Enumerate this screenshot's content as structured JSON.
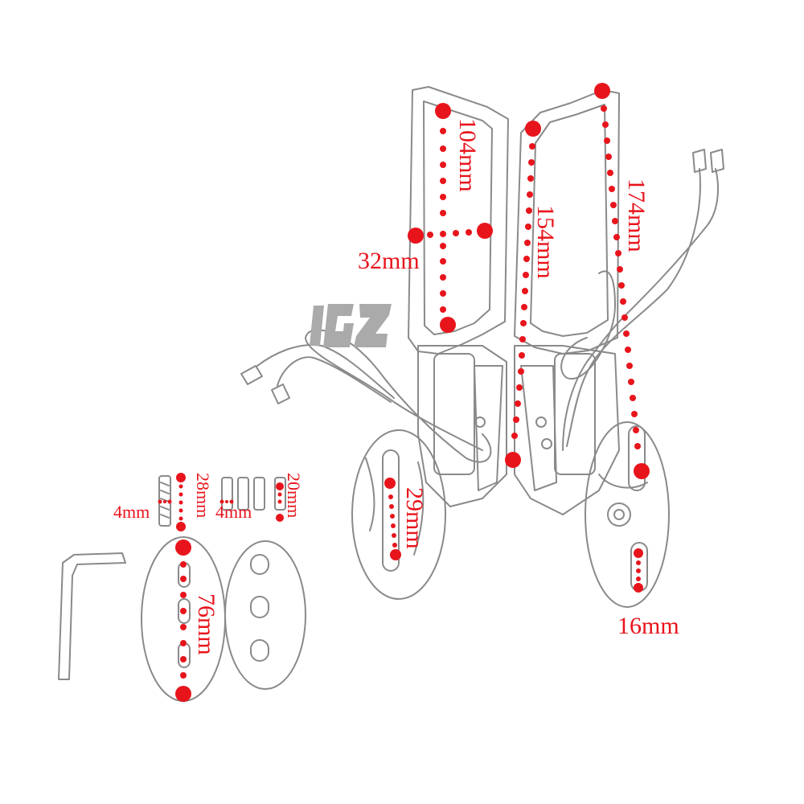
{
  "product": {
    "brand_logo": "IGZ",
    "colors": {
      "annotation": "#e8141c",
      "outline": "#8a8a8a",
      "background": "#ffffff"
    }
  },
  "dimensions": {
    "mount_height": "104mm",
    "mount_width": "32mm",
    "inner_length": "154mm",
    "outer_length": "174mm",
    "base_slot": "29mm",
    "side_slot": "16mm",
    "plate_length": "76mm",
    "long_bolt_length": "28mm",
    "long_bolt_diameter": "4mm",
    "short_bolt_diameter": "4mm",
    "short_bolt_length": "20mm"
  },
  "accessories": {
    "items": [
      "hex-key",
      "long-bolt",
      "short-bolts",
      "spacer-plate-solid",
      "spacer-plate-slotted"
    ]
  }
}
